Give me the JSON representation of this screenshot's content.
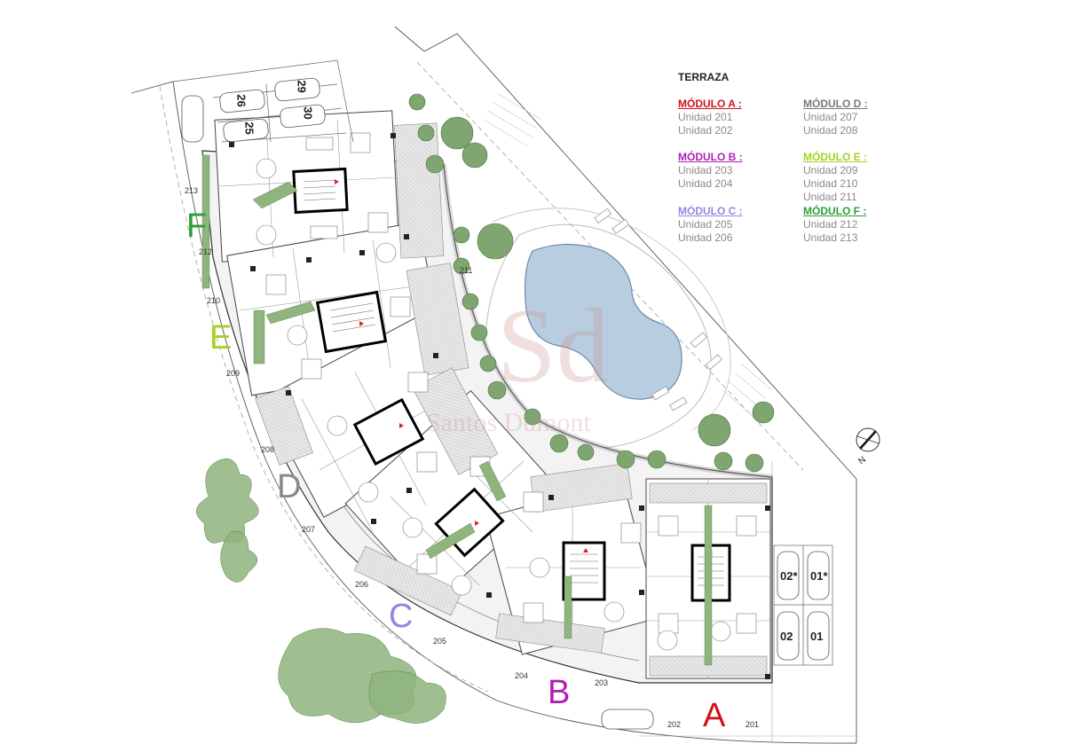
{
  "legend": {
    "title": "TERRAZA",
    "modules": [
      {
        "label": "MÓDULO A :",
        "color": "#d0101a",
        "units": [
          "Unidad 201",
          "Unidad 202"
        ]
      },
      {
        "label": "MÓDULO B :",
        "color": "#b01eb6",
        "units": [
          "Unidad 203",
          "Unidad 204"
        ]
      },
      {
        "label": "MÓDULO C :",
        "color": "#9a82e6",
        "units": [
          "Unidad 205",
          "Unidad 206"
        ]
      },
      {
        "label": "MÓDULO D :",
        "color": "#7a7a7a",
        "units": [
          "Unidad 207",
          "Unidad 208"
        ]
      },
      {
        "label": "MÓDULO E :",
        "color": "#a6d224",
        "units": [
          "Unidad 209",
          "Unidad 210",
          "Unidad 211"
        ]
      },
      {
        "label": "MÓDULO F :",
        "color": "#2e9e3a",
        "units": [
          "Unidad 212",
          "Unidad 213"
        ]
      }
    ]
  },
  "module_letters": {
    "a": "A",
    "b": "B",
    "c": "C",
    "d": "D",
    "e": "E",
    "f": "F"
  },
  "unit_numbers": [
    "201",
    "202",
    "203",
    "204",
    "205",
    "206",
    "207",
    "208",
    "209",
    "210",
    "211",
    "212",
    "213"
  ],
  "parking": {
    "p25": "25",
    "p26": "26",
    "p29": "29",
    "p30": "30",
    "p01": "01",
    "p02": "02",
    "p01b": "01*",
    "p02b": "02*"
  },
  "north": "N",
  "watermark": {
    "monogram": "Sd",
    "name": "Santos Dumont"
  }
}
